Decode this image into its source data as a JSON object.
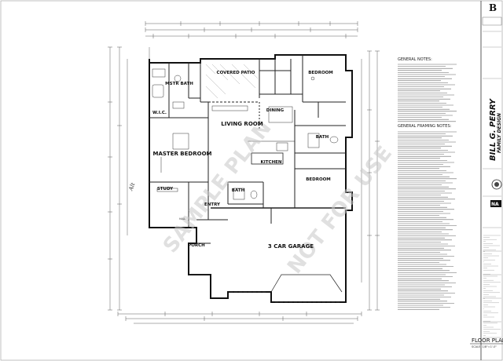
{
  "rooms": {
    "covered_patio": "COVERED PATIO",
    "bedroom_ne": "BEDROOM",
    "master_bath": "MSTR BATH",
    "wic": "W.I.C.",
    "dining": "DINING",
    "living_room": "LIVING ROOM",
    "master_bedroom": "MASTER BEDROOM",
    "bath_e": "BATH",
    "kitchen": "KITCHEN",
    "bedroom_se": "BEDROOM",
    "study": "STUDY",
    "bath_c": "BATH",
    "entry": "ENTRY",
    "hall": "HALL",
    "porch": "PORCH",
    "garage": "3 CAR GARAGE"
  },
  "notes": {
    "general_heading": "GENERAL NOTES:",
    "framing_heading": "GENERAL FRAMING NOTES:"
  },
  "title_block": {
    "brand_line1": "BILL G. PERRY",
    "brand_line2": "FAMILY DESIGN",
    "drawing_title": "FLOOR PLAN",
    "scale": "SCALE: 1/8\"=1'-0\"",
    "logo_letter": "B",
    "nahb_mark": "NA"
  },
  "annotations": {
    "handwritten": "Alt"
  },
  "colors": {
    "line": "#111111",
    "watermark": "#c8c8c8",
    "paper": "#ffffff"
  }
}
